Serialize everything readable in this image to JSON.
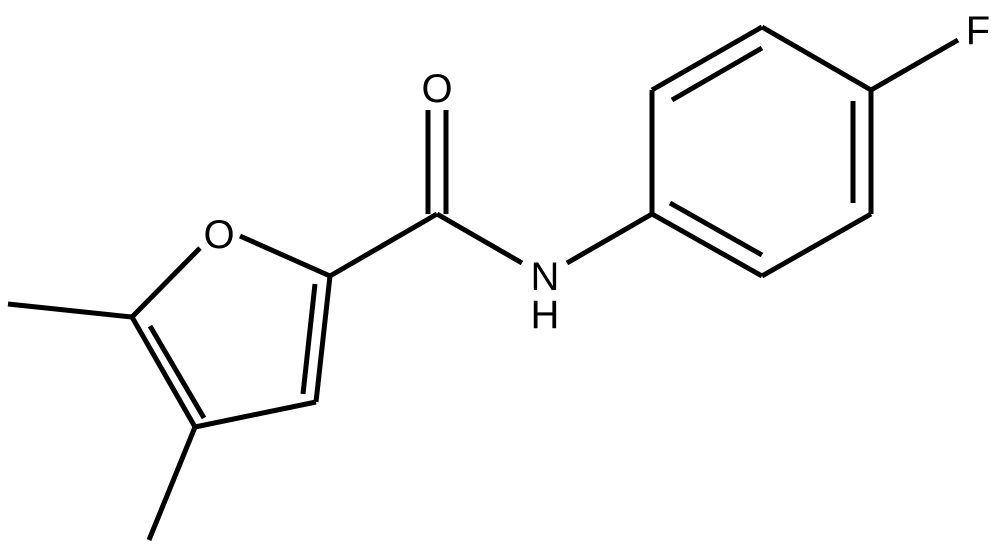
{
  "molecule": {
    "atoms": {
      "carbonyl_oxygen": "O",
      "furan_oxygen": "O",
      "amide_nitrogen": "N",
      "amide_hydrogen": "H",
      "fluorine": "F"
    },
    "colors": {
      "bond": "#000000",
      "label": "#000000",
      "background": "#ffffff"
    }
  }
}
